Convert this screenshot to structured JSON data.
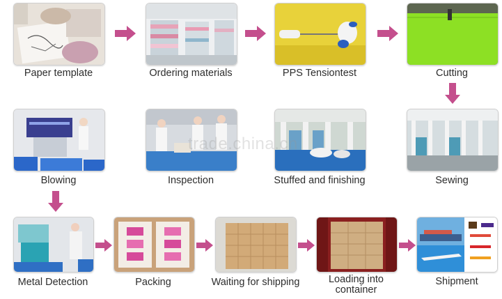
{
  "arrow_color": "#c44f8d",
  "watermark": "trade.china.cn",
  "steps": [
    {
      "label": "Paper template",
      "icon": "paper-template-photo"
    },
    {
      "label": "Ordering materials",
      "icon": "warehouse-photo"
    },
    {
      "label": "PPS Tensiontest",
      "icon": "tension-test-photo"
    },
    {
      "label": "Cutting",
      "icon": "cutting-machine-photo"
    },
    {
      "label": "Sewing",
      "icon": "sewing-line-photo"
    },
    {
      "label": "Stuffed and finishing",
      "icon": "stuffing-photo"
    },
    {
      "label": "Inspection",
      "icon": "inspection-photo"
    },
    {
      "label": "Blowing",
      "icon": "blowing-machine-photo"
    },
    {
      "label": "Metal Detection",
      "icon": "metal-detector-photo"
    },
    {
      "label": "Packing",
      "icon": "packing-photo"
    },
    {
      "label": "Waiting for shipping",
      "icon": "carton-stack-photo"
    },
    {
      "label": "Loading into container",
      "icon": "container-photo"
    },
    {
      "label": "Shipment",
      "icon": "shipment-photo"
    }
  ]
}
